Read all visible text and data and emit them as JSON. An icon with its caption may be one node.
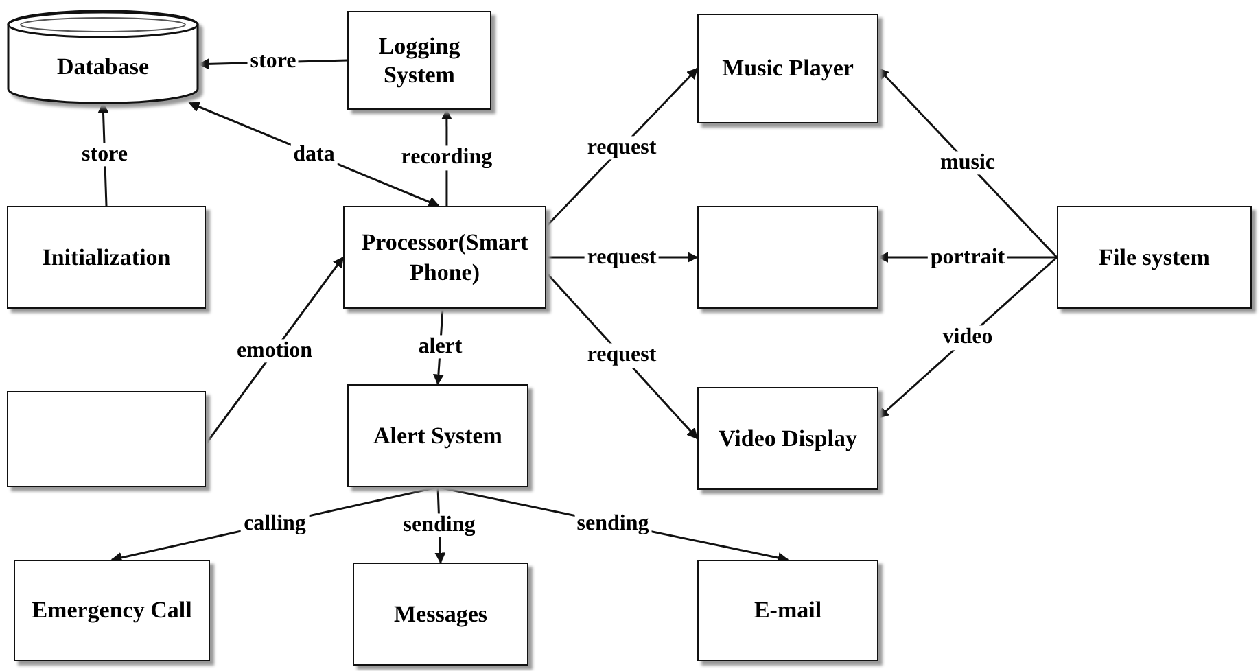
{
  "diagram": {
    "nodes": [
      {
        "text": [
          "Database"
        ]
      },
      {
        "text": [
          "Logging System"
        ]
      },
      {
        "text": [
          "Music Player"
        ]
      },
      {
        "text": [
          "Initialization"
        ]
      },
      {
        "text": [
          "Processor(Smart Phone)"
        ]
      },
      {
        "text": [],
        "shape": "box"
      },
      {
        "text": [
          "File system"
        ]
      },
      {
        "text": [],
        "shape": "box"
      },
      {
        "text": [
          "Alert System"
        ]
      },
      {
        "text": [
          "Video Display"
        ]
      },
      {
        "text": [
          "Emergency Call"
        ]
      },
      {
        "text": [
          "Messages"
        ]
      },
      {
        "text": [
          "E-mail"
        ]
      }
    ],
    "edges": [
      {
        "from": 1,
        "to": 0,
        "arrow": "to",
        "label": "store"
      },
      {
        "from": 3,
        "to": 0,
        "arrow": "to",
        "label": "store"
      },
      {
        "from": 4,
        "to": 0,
        "arrow": "both",
        "label": "data"
      },
      {
        "from": 4,
        "to": 1,
        "arrow": "to",
        "label": "recording"
      },
      {
        "from": 7,
        "to": 4,
        "arrow": "to",
        "label": "emotion"
      },
      {
        "from": 4,
        "to": 2,
        "arrow": "to",
        "label": "request"
      },
      {
        "from": 4,
        "to": 5,
        "arrow": "to",
        "label": "request"
      },
      {
        "from": 4,
        "to": 9,
        "arrow": "to",
        "label": "request"
      },
      {
        "from": 6,
        "to": 2,
        "arrow": "to",
        "label": "music"
      },
      {
        "from": 6,
        "to": 5,
        "arrow": "to",
        "label": "portrait"
      },
      {
        "from": 6,
        "to": 9,
        "arrow": "to",
        "label": "video"
      },
      {
        "from": 4,
        "to": 8,
        "arrow": "to",
        "label": "alert"
      },
      {
        "from": 8,
        "to": 10,
        "arrow": "to",
        "label": "calling"
      },
      {
        "from": 8,
        "to": 11,
        "arrow": "to",
        "label": "sending"
      },
      {
        "from": 8,
        "to": 12,
        "arrow": "to",
        "label": "sending"
      }
    ]
  }
}
